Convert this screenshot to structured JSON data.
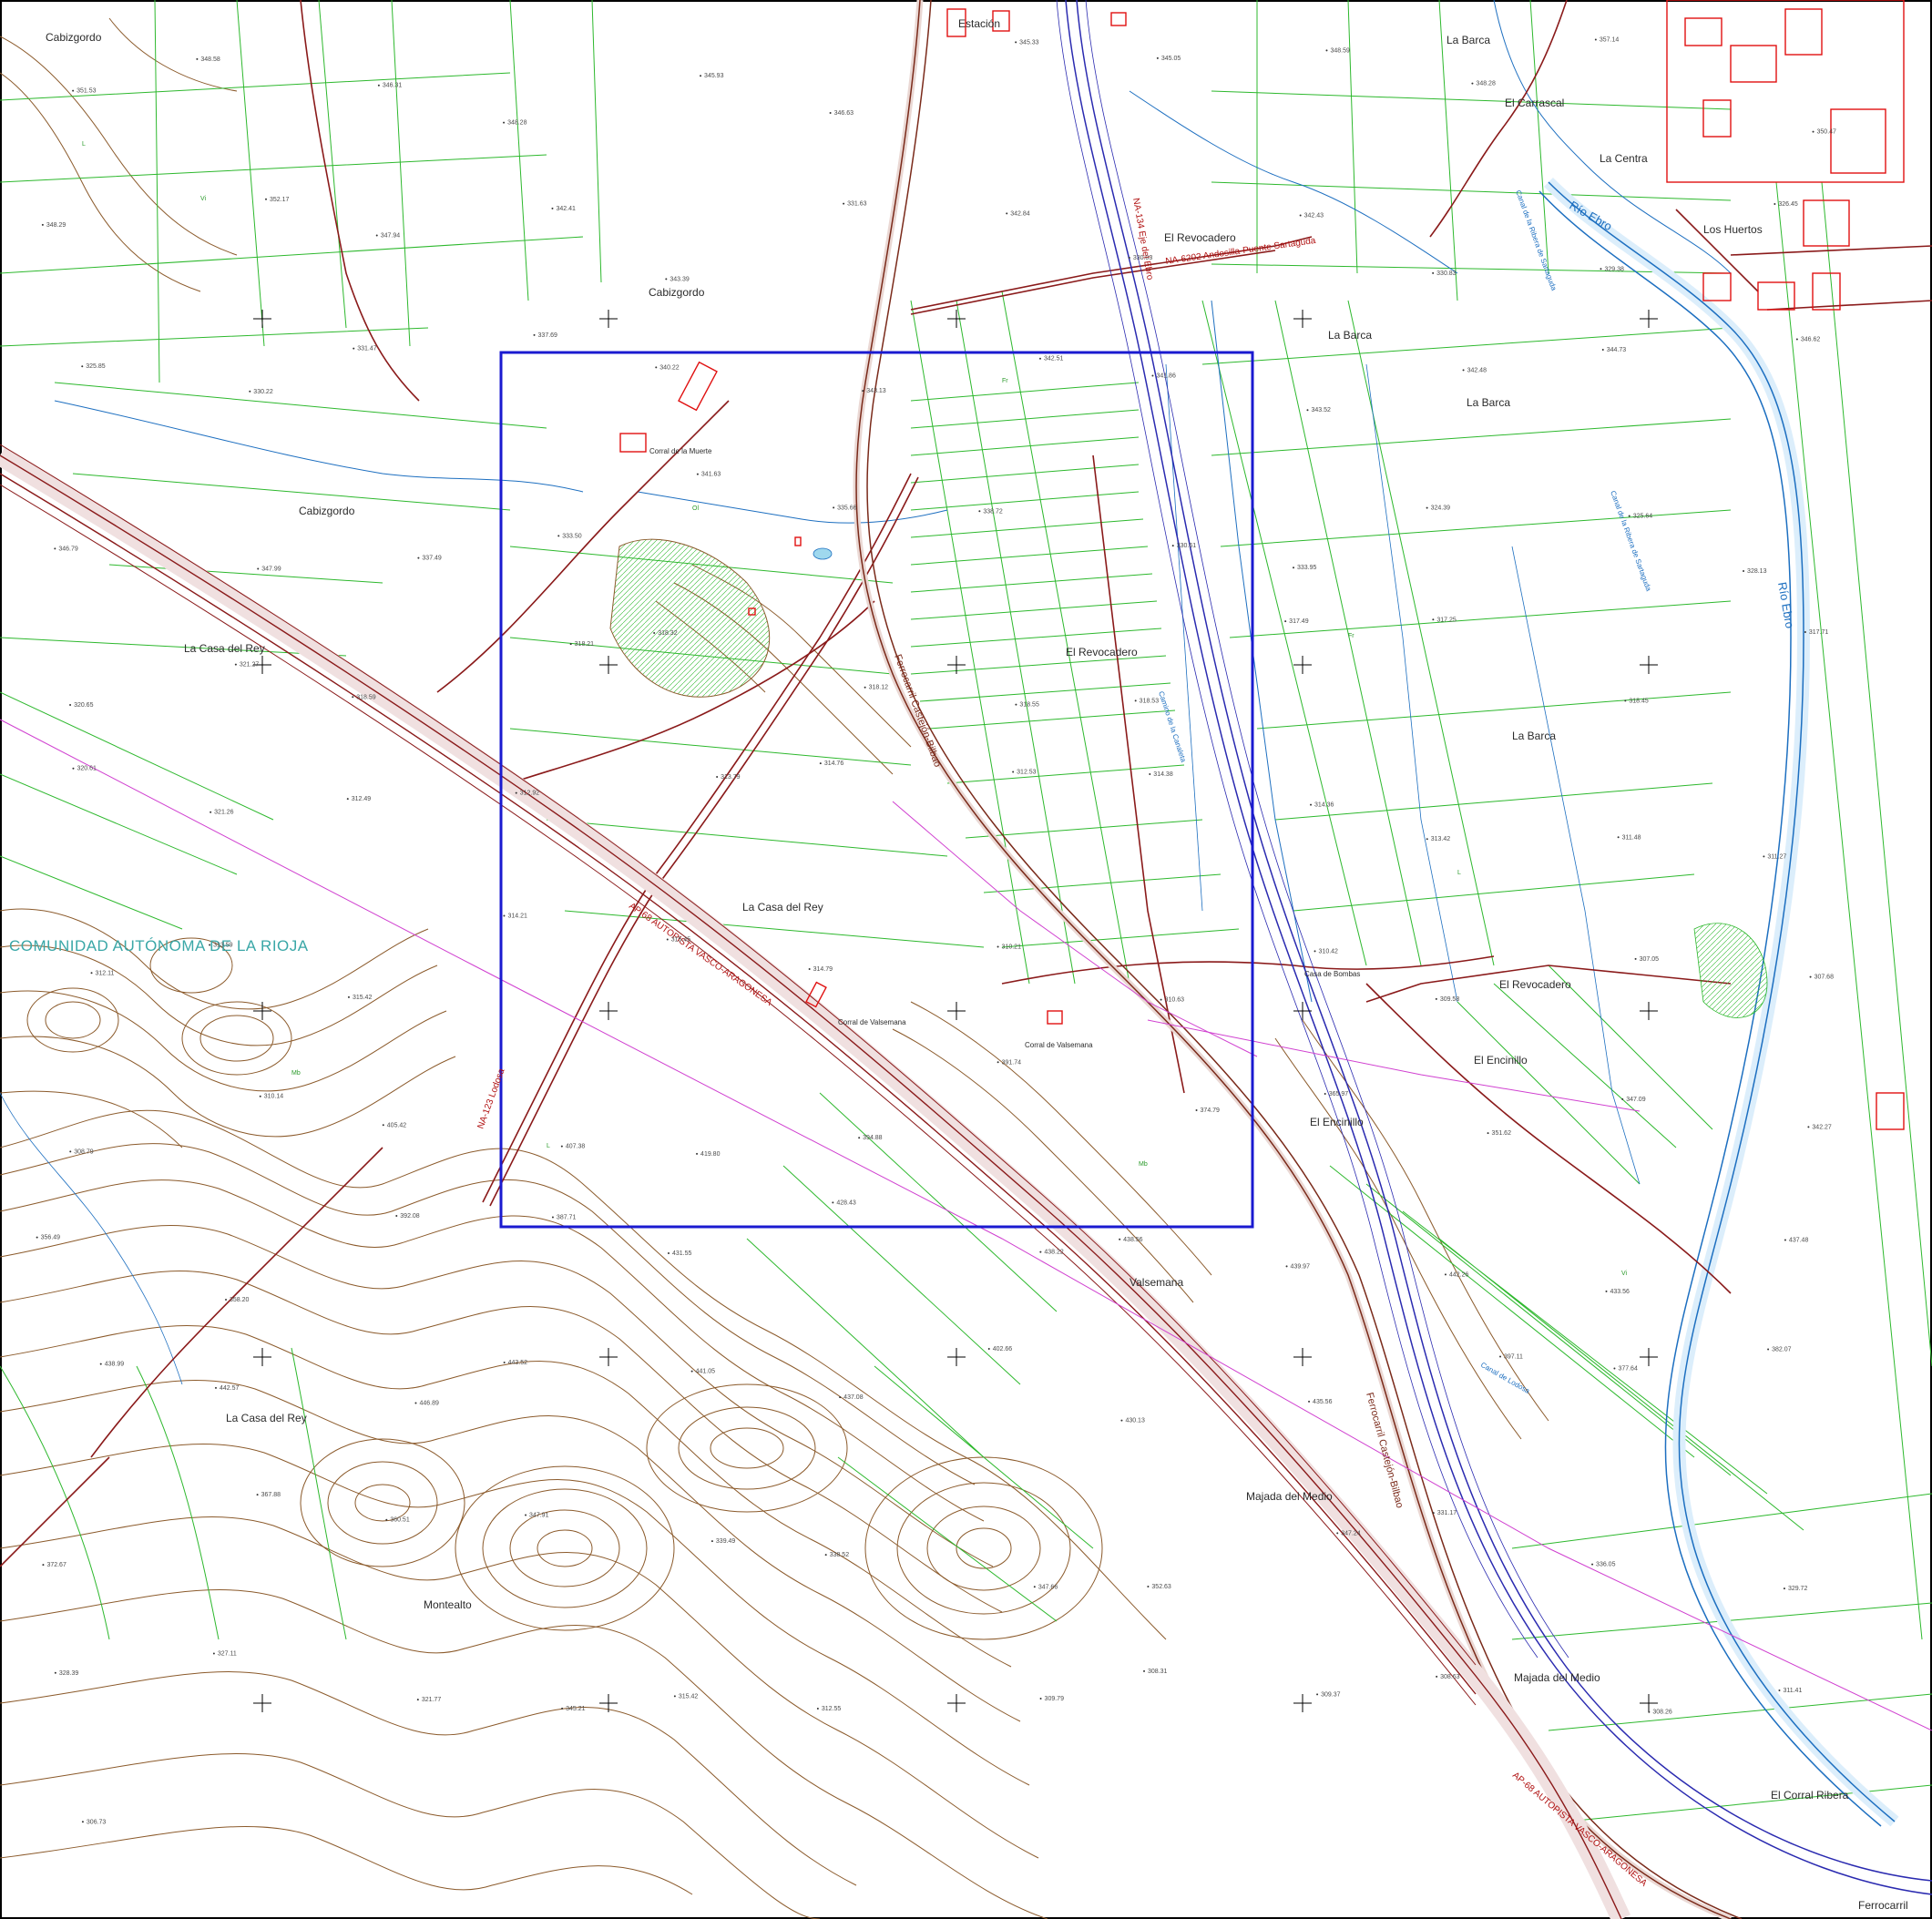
{
  "map": {
    "colors": {
      "background": "#ffffff",
      "parcel": "#2db82d",
      "contour": "#8b5a2b",
      "road": "#8a1a1a",
      "railway": "#8a2a2a",
      "motorway": "#2a2ab0",
      "water": "#1d6fc0",
      "buildings": "#e01010",
      "highlight_box": "#1a1ad0",
      "powerline": "#d040d0",
      "region_label": "#3aa7a7"
    },
    "place_names": [
      "Cabizgordo",
      "Cabizgordo",
      "Cabizgordo",
      "Estación",
      "El Revocadero",
      "El Revocadero",
      "El Revocadero",
      "La Barca",
      "La Barca",
      "La Barca",
      "La Barca",
      "La Casa del Rey",
      "La Casa del Rey",
      "La Casa del Rey",
      "Corral de Valsemana",
      "Corral de Valsemana",
      "Corral de la Muerte",
      "Casa de Bombas",
      "El Encinillo",
      "El Encinillo",
      "Valsemana",
      "Majada del Medio",
      "Majada del Medio",
      "Montealto",
      "El Corral Ribera",
      "Los Huertos",
      "La Centra",
      "El Carrascal",
      "Ferrocarril"
    ],
    "region_label": "COMUNIDAD AUTÓNOMA DE LA RIOJA",
    "river_labels": [
      "Río Ebro",
      "Río Ebro"
    ],
    "road_labels": [
      "NA-123 Lodosa",
      "NA-6202 Andosilla-Puente Sartaguda",
      "NA-134 Eje del Ebro",
      "AP-68 AUTOPISTA VASCO-ARAGONESA",
      "AP-68 AUTOPISTA VASCO-ARAGONESA"
    ],
    "rail_labels": [
      "Ferrocarril Castejón-Bilbao",
      "Ferrocarril Castejón-Bilbao"
    ],
    "canal_labels": [
      "Canal de la Ribera de Sartaguda",
      "Canal de la Ribera de Sartaguda",
      "Canal de Lodosa",
      "Camino de la Canaleta"
    ],
    "landuse_codes": [
      "L",
      "Vi",
      "Fr",
      "Ol",
      "Mb"
    ],
    "elevations": [
      "351.53",
      "348.58",
      "346.31",
      "348.28",
      "345.93",
      "346.63",
      "345.33",
      "345.05",
      "348.59",
      "348.28",
      "357.14",
      "350.47",
      "348.29",
      "352.17",
      "347.94",
      "342.41",
      "343.39",
      "331.63",
      "342.84",
      "330.03",
      "342.43",
      "330.83",
      "329.38",
      "326.45",
      "325.85",
      "330.22",
      "331.47",
      "337.69",
      "340.22",
      "343.13",
      "342.51",
      "341.86",
      "343.52",
      "342.48",
      "344.73",
      "346.62",
      "346.79",
      "347.99",
      "337.49",
      "333.50",
      "341.63",
      "335.66",
      "338.72",
      "330.61",
      "333.95",
      "324.39",
      "325.64",
      "328.13",
      "320.65",
      "321.27",
      "318.59",
      "318.21",
      "318.32",
      "318.12",
      "318.55",
      "318.53",
      "317.49",
      "317.25",
      "318.45",
      "317.71",
      "320.61",
      "321.26",
      "312.49",
      "312.92",
      "313.79",
      "314.76",
      "312.53",
      "314.38",
      "314.36",
      "313.42",
      "311.48",
      "311.27",
      "312.11",
      "313.59",
      "315.42",
      "314.21",
      "315.45",
      "314.79",
      "310.21",
      "310.63",
      "310.42",
      "309.58",
      "307.05",
      "307.68",
      "308.79",
      "310.14",
      "405.42",
      "407.38",
      "419.80",
      "394.88",
      "391.74",
      "374.79",
      "365.97",
      "351.62",
      "347.09",
      "342.27",
      "356.49",
      "358.20",
      "392.08",
      "387.71",
      "431.55",
      "428.43",
      "438.22",
      "438.56",
      "439.97",
      "442.26",
      "433.56",
      "437.48",
      "438.99",
      "442.57",
      "446.89",
      "443.52",
      "441.05",
      "437.08",
      "402.66",
      "430.13",
      "435.56",
      "397.11",
      "377.64",
      "382.07",
      "372.67",
      "367.88",
      "360.51",
      "347.91",
      "339.49",
      "338.52",
      "347.66",
      "352.63",
      "347.24",
      "331.17",
      "336.05",
      "329.72",
      "328.39",
      "327.11",
      "321.77",
      "345.21",
      "315.42",
      "312.55",
      "309.79",
      "308.31",
      "309.37",
      "308.63",
      "308.26",
      "311.41",
      "306.73"
    ]
  }
}
